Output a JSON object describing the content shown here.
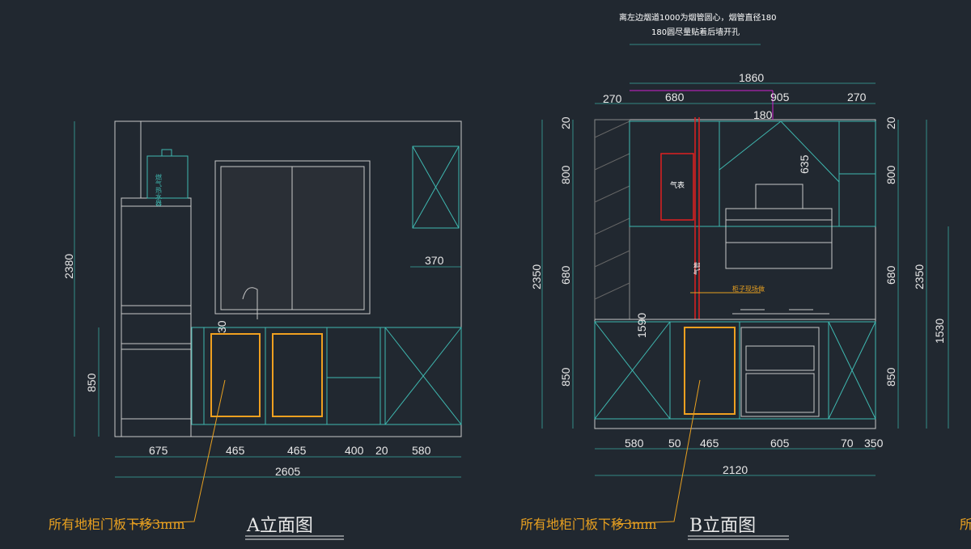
{
  "elevation_a": {
    "title": "A立面图",
    "note": "所有地柜门板下移3mm",
    "heater_label": "燃气热水器",
    "dims": {
      "height_total": "2380",
      "base_height": "850",
      "right_gap": "370",
      "counter_gap": "30",
      "bottom": [
        "675",
        "465",
        "465",
        "400",
        "20",
        "580"
      ],
      "total_width": "2605"
    }
  },
  "elevation_b": {
    "title": "B立面图",
    "note": "所有地柜门板下移3mm",
    "top_note_line1": "离左边烟道1000为烟管圆心，烟管直径180",
    "top_note_line2": "180圆尽量贴着后墙开孔",
    "gas_meter": "气表",
    "gas_pipe": "气管",
    "cabinet_note": "柜子现场做",
    "dims": {
      "top_total": "1860",
      "top": [
        "270",
        "680",
        "905",
        "270"
      ],
      "pipe": "180",
      "hood": "635",
      "left": [
        "20",
        "800",
        "680",
        "850"
      ],
      "left_total": "2350",
      "pipe_height": "1590",
      "right": [
        "20",
        "800",
        "680",
        "850"
      ],
      "right_total": "2350",
      "right_sub": "1530",
      "bottom": [
        "580",
        "50",
        "465",
        "605",
        "70",
        "350"
      ],
      "total_width": "2120"
    }
  },
  "next_note_fragment": "所"
}
